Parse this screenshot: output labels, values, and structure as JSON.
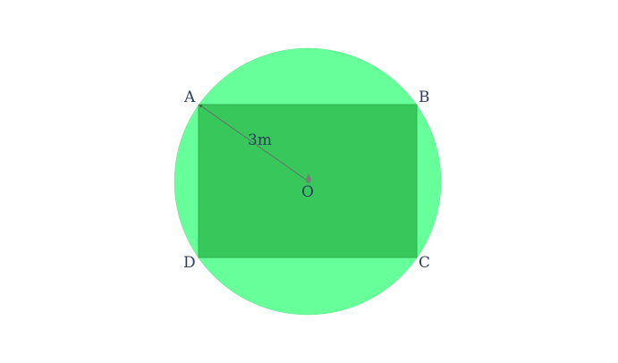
{
  "diagram": {
    "circle_fill": "#66ff99",
    "rect_fill": "#38c75a",
    "rect_stroke": "#2fb04f",
    "label_color": "#2e3d5c",
    "radius_line_color": "#6b6b6b",
    "points": {
      "A": "A",
      "B": "B",
      "C": "C",
      "D": "D",
      "O": "O"
    },
    "radius_label": "3m"
  }
}
